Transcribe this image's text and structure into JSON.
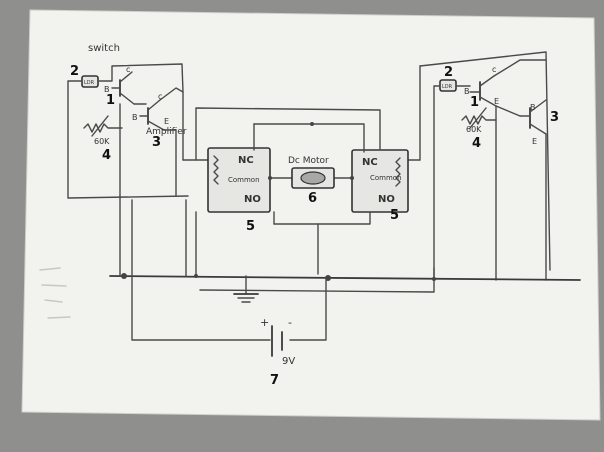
{
  "left_circuit": {
    "switch_label": "switch",
    "ldr_label": "LDR",
    "resistor_value": "60K",
    "amplifier_label": "Amplifier",
    "b_label": "B",
    "c_label": "c",
    "e_label": "E",
    "num_1": "1",
    "num_2": "2",
    "num_3": "3",
    "num_4": "4"
  },
  "right_circuit": {
    "ldr_label": "LDR",
    "resistor_value": "60K",
    "b_label": "B",
    "c_label": "c",
    "e_label": "E",
    "num_1": "1",
    "num_2": "2",
    "num_3": "3",
    "num_4": "4"
  },
  "left_relay": {
    "nc": "NC",
    "common": "Common",
    "no": "NO",
    "number": "5"
  },
  "right_relay": {
    "nc": "NC",
    "common": "Common",
    "no": "NO",
    "number": "5"
  },
  "motor": {
    "label": "Dc Motor",
    "number": "6"
  },
  "battery": {
    "voltage": "9V",
    "plus": "+",
    "minus": "-",
    "number": "7"
  },
  "colors": {
    "paper": "#f2f2ef",
    "ink": "#3a3a3a",
    "background": "#8f8f8d"
  }
}
